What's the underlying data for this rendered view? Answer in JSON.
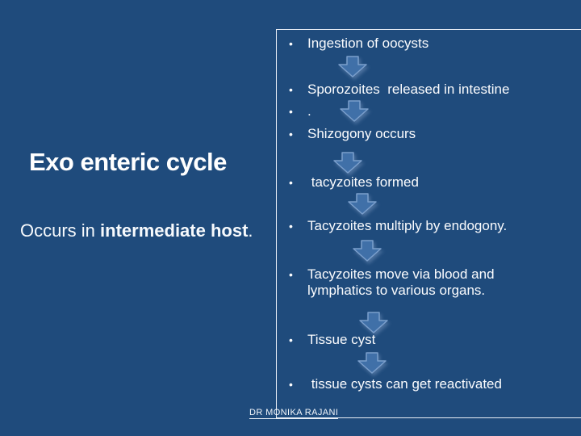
{
  "slide": {
    "background_color": "#1F4B7C",
    "text_color": "#FFFFFF",
    "title": "Exo enteric cycle",
    "subtitle": {
      "prefix": "Occurs in ",
      "bold": "intermediate host",
      "suffix": "."
    },
    "footer": "DR MONIKA RAJANI"
  },
  "panel": {
    "border_color": "#E8EEF6",
    "bullet_char": "•",
    "arrow_icon": "down-arrow-icon",
    "arrow_fill": "#4070A8",
    "arrow_stroke": "#7B9FCC",
    "items": [
      {
        "text": "Ingestion of oocysts"
      },
      {
        "text": "Sporozoites  released in intestine"
      },
      {
        "text": "."
      },
      {
        "text": "Shizogony occurs"
      },
      {
        "text": " tacyzoites formed"
      },
      {
        "text": "Tacyzoites multiply by endogony."
      },
      {
        "text": "Tacyzoites move via blood and\nlymphatics to various organs."
      },
      {
        "text": "Tissue cyst"
      },
      {
        "text": " tissue cysts can get reactivated"
      }
    ]
  }
}
